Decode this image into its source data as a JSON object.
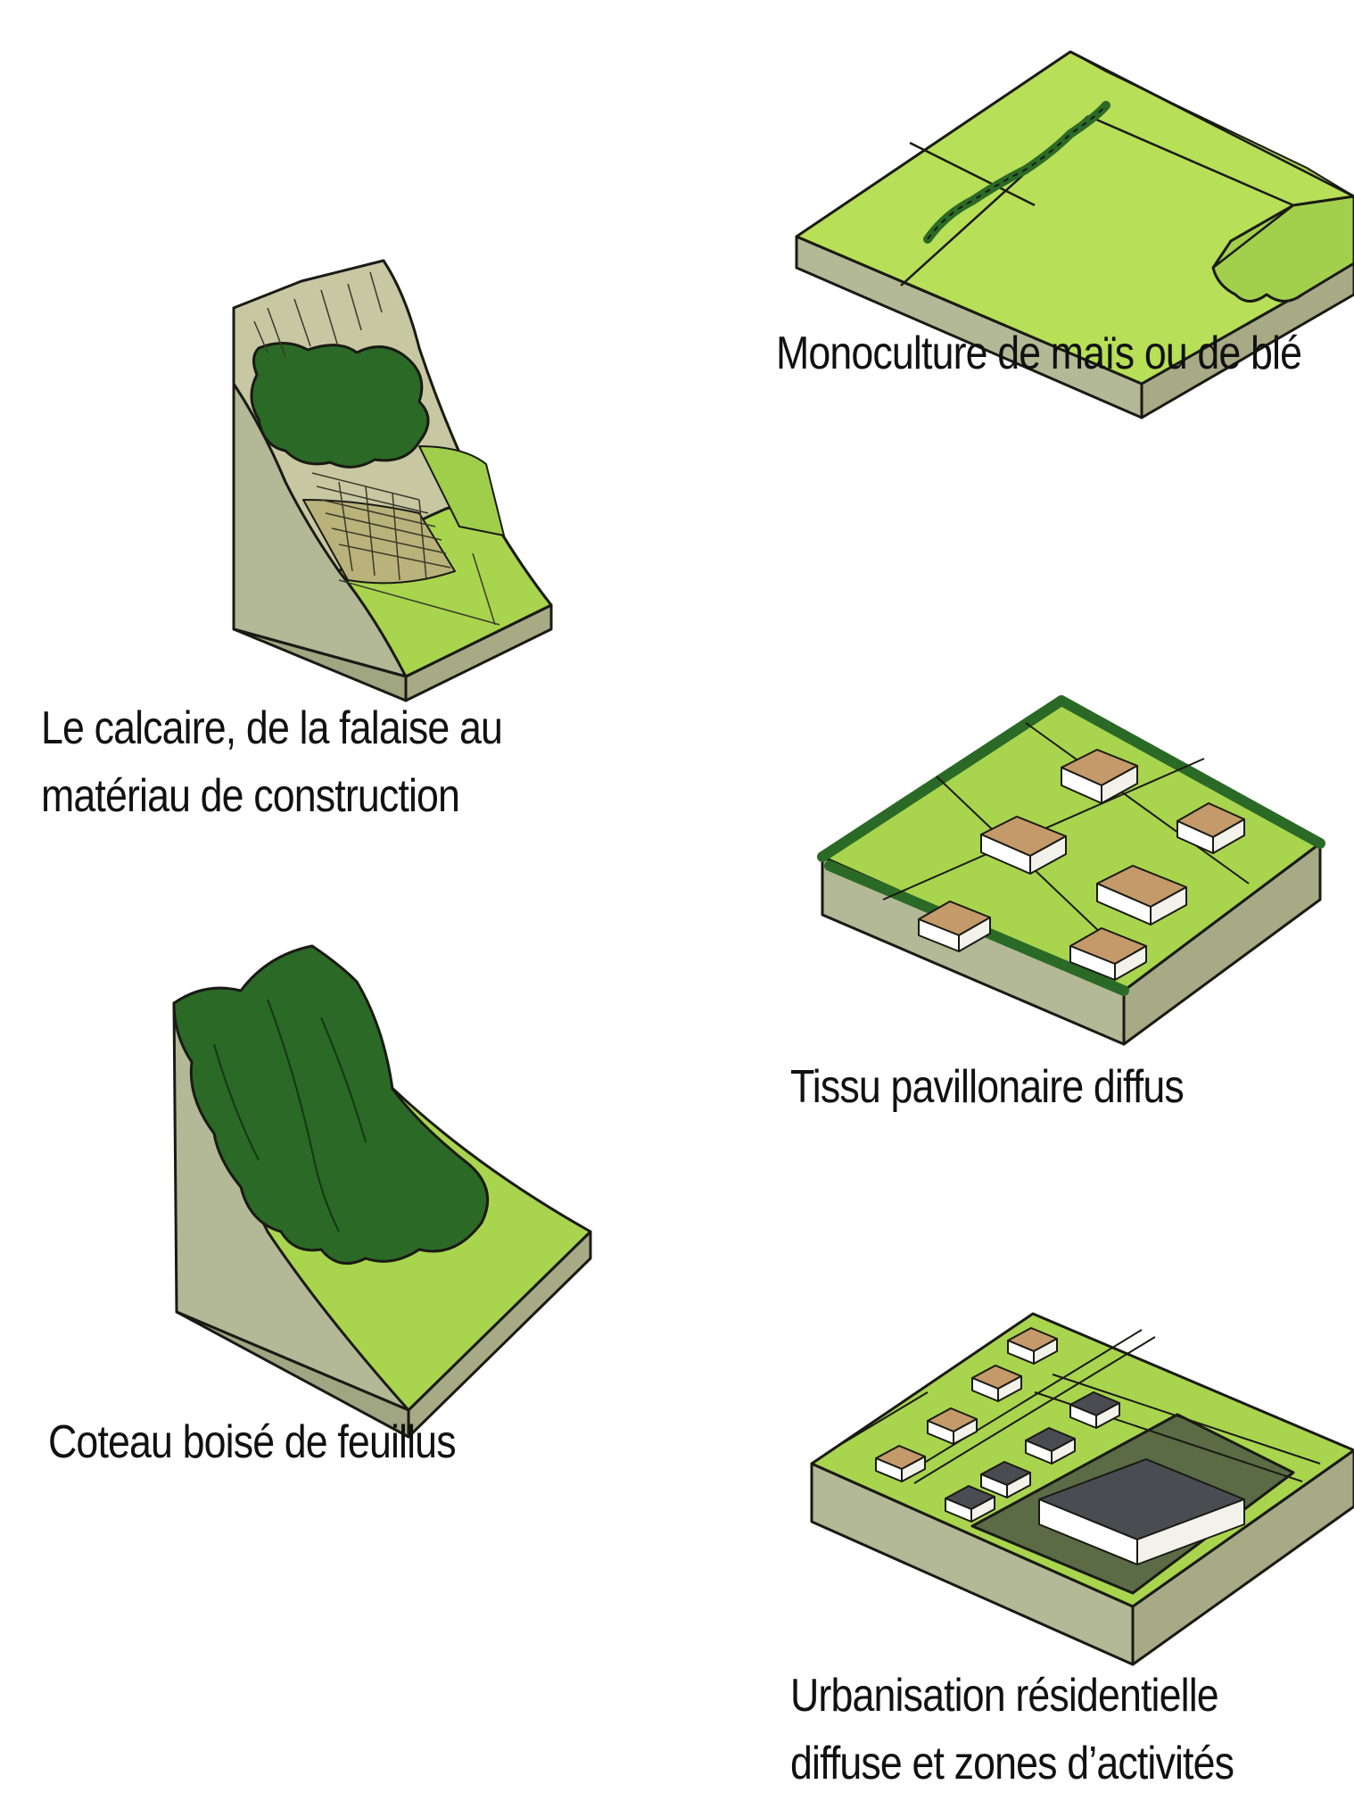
{
  "colors": {
    "field_light": "#b7df57",
    "field_mid": "#a3d04c",
    "soil_side": "#b3b896",
    "forest": "#2a6a26",
    "roof": "#c49a6a",
    "industrial": "#4a4c52",
    "outline": "#1a1a14"
  },
  "panels": [
    {
      "id": "calcaire",
      "icon": "limestone-cliff-block",
      "caption_lines": [
        "Le calcaire, de la falaise au",
        "matériau de construction"
      ]
    },
    {
      "id": "coteau",
      "icon": "wooded-slope-block",
      "caption_lines": [
        "Coteau boisé de feuillus"
      ]
    },
    {
      "id": "mono",
      "icon": "crop-field-block",
      "caption_lines": [
        "Monoculture de maïs ou de blé"
      ]
    },
    {
      "id": "tissu",
      "icon": "suburban-houses-block",
      "caption_lines": [
        "Tissu pavillonaire diffus"
      ]
    },
    {
      "id": "urban",
      "icon": "residential-industrial-block",
      "caption_lines": [
        "Urbanisation résidentielle",
        "diffuse et zones d’activités"
      ]
    }
  ]
}
